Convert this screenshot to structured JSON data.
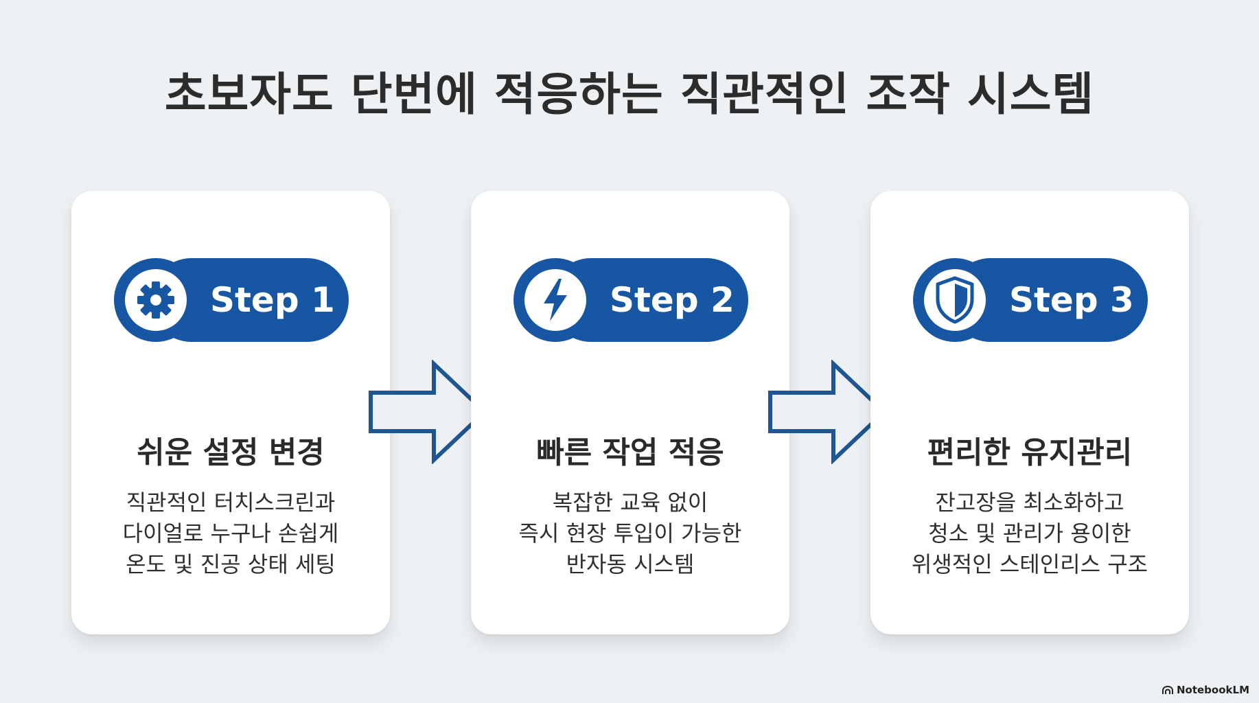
{
  "title": "초보자도 단번에 적응하는 직관적인 조작 시스템",
  "colors": {
    "background": "#eef1f4",
    "card": "#ffffff",
    "accent": "#1656a2",
    "arrow_stroke": "#1f5590",
    "arrow_fill": "#edf1f6"
  },
  "steps": [
    {
      "label": "Step 1",
      "icon": "gear-icon",
      "heading": "쉬운 설정 변경",
      "description": [
        "직관적인 터치스크린과",
        "다이얼로 누구나 손쉽게",
        "온도 및 진공 상태 세팅"
      ]
    },
    {
      "label": "Step 2",
      "icon": "lightning-icon",
      "heading": "빠른 작업 적응",
      "description": [
        "복잡한 교육 없이",
        "즉시 현장 투입이 가능한",
        "반자동 시스템"
      ]
    },
    {
      "label": "Step 3",
      "icon": "shield-icon",
      "heading": "편리한 유지관리",
      "description": [
        "잔고장을 최소화하고",
        "청소 및 관리가 용이한",
        "위생적인 스테인리스 구조"
      ]
    }
  ],
  "brand": {
    "logo": "notebooklm-logo-icon",
    "name": "NotebookLM"
  }
}
